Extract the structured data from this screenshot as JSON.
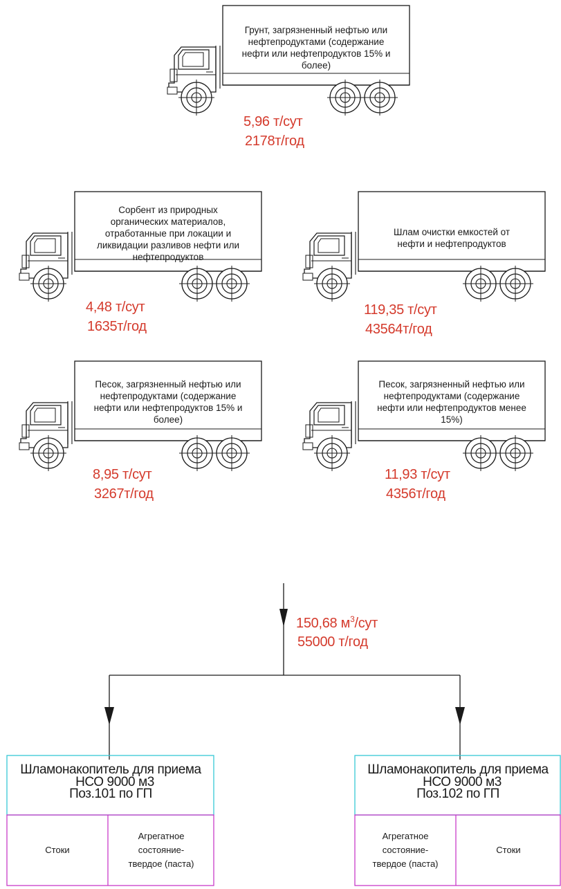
{
  "trucks": [
    {
      "id": "t1",
      "cargo": [
        "Грунт, загрязненный нефтью или",
        "нефтепродуктами (содержание",
        "нефти или нефтепродуктов 15% и",
        "более)"
      ],
      "rate_day": "5,96 т/сут",
      "rate_year": "2178т/год"
    },
    {
      "id": "t2",
      "cargo": [
        "Сорбент из природных",
        "органических материалов,",
        "отработанные при локации и",
        "ликвидации разливов нефти или",
        "нефтепродуктов"
      ],
      "rate_day": "4,48 т/сут",
      "rate_year": "1635т/год"
    },
    {
      "id": "t3",
      "cargo": [
        "Шлам очистки емкостей от",
        "нефти и нефтепродуктов"
      ],
      "rate_day": "119,35 т/сут",
      "rate_year": "43564т/год"
    },
    {
      "id": "t4",
      "cargo": [
        "Песок, загрязненный нефтью или",
        "нефтепродуктами (содержание",
        "нефти или нефтепродуктов 15% и",
        "более)"
      ],
      "rate_day": "8,95 т/сут",
      "rate_year": "3267т/год"
    },
    {
      "id": "t5",
      "cargo": [
        "Песок, загрязненный нефтью или",
        "нефтепродуктами (содержание",
        "нефти или нефтепродуктов менее",
        "15%)"
      ],
      "rate_day": "11,93 т/сут",
      "rate_year": "4356т/год"
    }
  ],
  "flow": {
    "rate_day_main": "150,68 м",
    "rate_day_sup": "3",
    "rate_day_unit": "/сут",
    "rate_year": "55000 т/год"
  },
  "storages": [
    {
      "id": "s1",
      "title": "Шламонакопитель для приема",
      "line2": "НСО 9000 м3",
      "line3": "Поз.101 по ГП",
      "cell_left": [
        "Стоки"
      ],
      "cell_right": [
        "Агрегатное",
        "состояние-",
        "твердое (паста)"
      ]
    },
    {
      "id": "s2",
      "title": "Шламонакопитель для приема",
      "line2": "НСО 9000 м3",
      "line3": "Поз.102 по ГП",
      "cell_left": [
        "Агрегатное",
        "состояние-",
        "твердое (паста)"
      ],
      "cell_right": [
        "Стоки"
      ]
    }
  ],
  "colors": {
    "line": "#1a1a1a",
    "rate": "#d43a2c",
    "cyan_frame": "#36c8d6",
    "magenta_frame": "#c83cc8"
  }
}
